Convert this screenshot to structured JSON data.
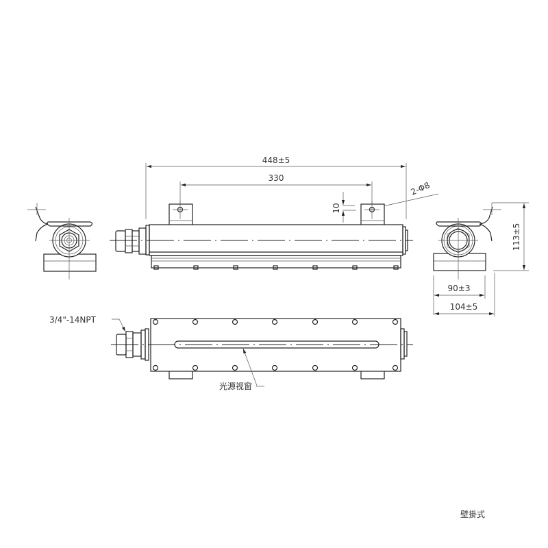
{
  "dimensions": {
    "overall_length": "448±5",
    "hole_spacing": "330",
    "holes": "2-Φ8",
    "hole_offset": "10",
    "height": "113±5",
    "base_width": "90±3",
    "overall_width": "104±5"
  },
  "labels": {
    "thread": "3/4\"-14NPT",
    "window": "光源视窗"
  },
  "title": "壁掛式"
}
